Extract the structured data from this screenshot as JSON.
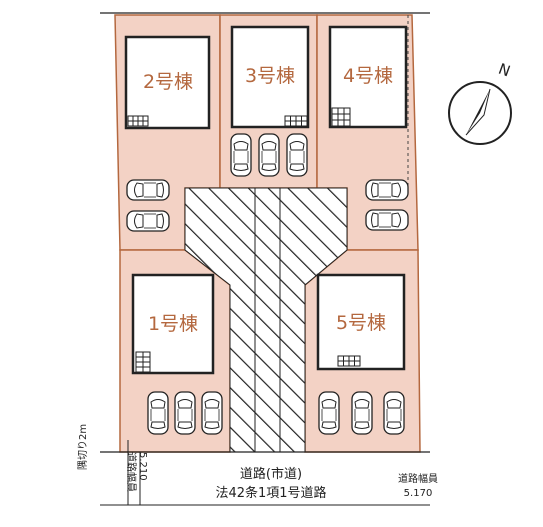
{
  "colors": {
    "lot_fill": "#f3d2c5",
    "lot_stroke": "#b4683f",
    "building_stroke": "#222222",
    "hatch": "#222222"
  },
  "houses": [
    {
      "id": "house-2",
      "label": "2号棟"
    },
    {
      "id": "house-3",
      "label": "3号棟"
    },
    {
      "id": "house-4",
      "label": "4号棟"
    },
    {
      "id": "house-1",
      "label": "1号棟"
    },
    {
      "id": "house-5",
      "label": "5号棟"
    }
  ],
  "road": {
    "line1": "道路(市道)",
    "line2": "法42条1項1号道路"
  },
  "road_width_left": {
    "label": "道路幅員",
    "value": "5.210"
  },
  "road_width_right": {
    "label": "道路幅員",
    "value": "5.170"
  },
  "side_note": "隅切り2m",
  "compass": {
    "north_label": "N",
    "icon": "compass-north-arrow"
  }
}
